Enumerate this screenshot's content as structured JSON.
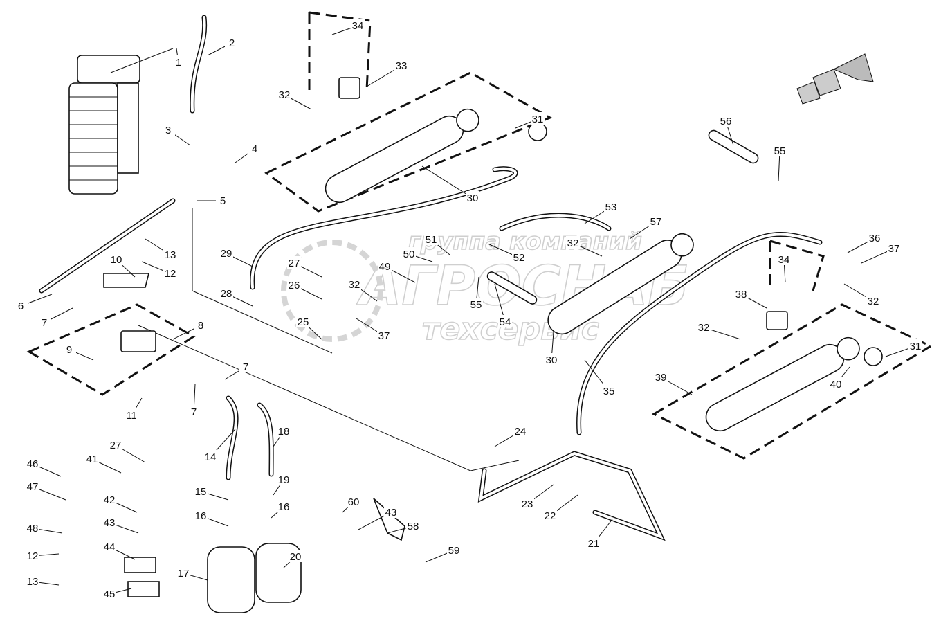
{
  "watermark": {
    "line1": "группа компаний",
    "line2": "АГРОСНАБ",
    "line3": "техсервис"
  },
  "callouts": [
    "1",
    "2",
    "3",
    "4",
    "5",
    "13",
    "12",
    "10",
    "6",
    "7",
    "8",
    "9",
    "11",
    "7",
    "7",
    "14",
    "18",
    "15",
    "19",
    "16",
    "16",
    "17",
    "20",
    "27",
    "41",
    "46",
    "47",
    "42",
    "43",
    "48",
    "44",
    "12",
    "13",
    "45",
    "29",
    "28",
    "27",
    "26",
    "25",
    "32",
    "37",
    "49",
    "50",
    "51",
    "52",
    "53",
    "57",
    "32",
    "55",
    "54",
    "30",
    "34",
    "33",
    "32",
    "31",
    "30",
    "56",
    "55",
    "36",
    "37",
    "34",
    "38",
    "32",
    "32",
    "39",
    "31",
    "40",
    "35",
    "24",
    "23",
    "22",
    "21",
    "60",
    "43",
    "58",
    "59"
  ],
  "direction_arrow_icon": "forward-direction-arrow-icon"
}
